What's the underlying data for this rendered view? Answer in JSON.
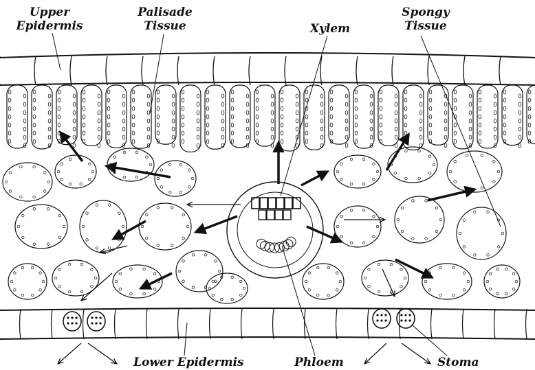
{
  "labels": {
    "upper_epidermis": "Upper\nEpidermis",
    "palisade_tissue": "Palisade\nTissue",
    "xylem": "Xylem",
    "spongy_tissue": "Spongy\nTissue",
    "lower_epidermis": "Lower Epidermis",
    "phloem": "Phloem",
    "stoma": "Stoma"
  },
  "colors": {
    "ink": "#111111",
    "paper": "#ffffff"
  }
}
